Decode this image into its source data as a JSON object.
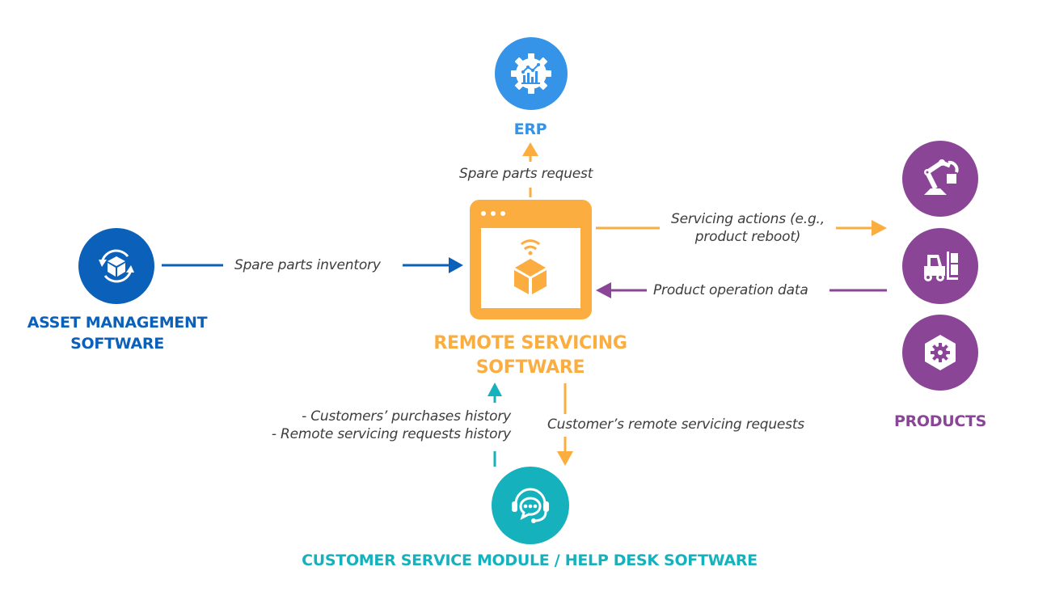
{
  "colors": {
    "erp_blue": "#3593e8",
    "asset_blue": "#0b60b9",
    "remote_orange": "#fbad3f",
    "products_purple": "#8b4597",
    "helpdesk_teal": "#15b2be",
    "label_gray": "#3d3d3d"
  },
  "nodes": {
    "erp": {
      "title": "ERP",
      "icon": "gear-chart-icon"
    },
    "asset_management": {
      "title_line1": "ASSET MANAGEMENT",
      "title_line2": "SOFTWARE",
      "icon": "box-sync-icon"
    },
    "remote_servicing": {
      "title_line1": "REMOTE SERVICING",
      "title_line2": "SOFTWARE",
      "icon": "browser-wireless-box-icon"
    },
    "products": {
      "title": "PRODUCTS",
      "icons": [
        "robot-arm-icon",
        "forklift-icon",
        "hex-nut-gear-icon"
      ]
    },
    "help_desk": {
      "title": "CUSTOMER SERVICE MODULE / HELP DESK SOFTWARE",
      "icon": "headset-chat-icon"
    }
  },
  "flows": {
    "spare_parts_request": "Spare parts request",
    "spare_parts_inventory": "Spare parts inventory",
    "servicing_actions_line1": "Servicing actions (e.g.,",
    "servicing_actions_line2": "product reboot)",
    "product_operation_data": "Product operation data",
    "history_line1": "- Customers’ purchases history",
    "history_line2": "- Remote servicing requests history",
    "customer_requests": "Customer’s remote servicing requests"
  }
}
